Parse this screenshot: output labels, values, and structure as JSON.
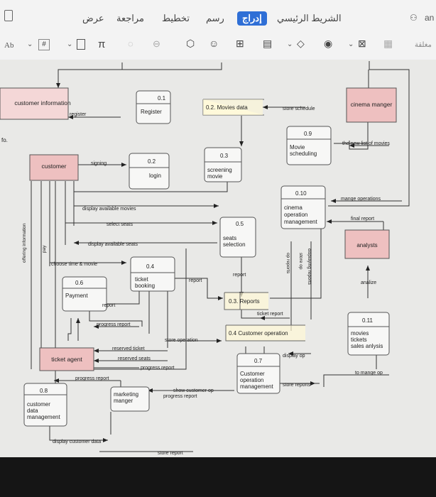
{
  "header": {
    "tabs": [
      {
        "label": "الشريط الرئيسي"
      },
      {
        "label": "إدراج"
      },
      {
        "label": "رسم"
      },
      {
        "label": "تخطيط"
      },
      {
        "label": "مراجعة"
      },
      {
        "label": "عرض"
      }
    ],
    "right_label": "an"
  },
  "toolbar": {
    "left_label": "Ab",
    "right_label": "مغلقة"
  },
  "diagram": {
    "side_texts": {
      "left_fragment": "fo.",
      "vertical_offering": "offering information",
      "vertical_pay": "pay",
      "vertical_displaying_reports": "displaying reports",
      "vertical_store_op": "store op",
      "vertical_op_reports": "op reports"
    },
    "entities": {
      "customer_information": "customer information",
      "cinema_manger": "cinema manger",
      "customer": "customer",
      "ticket_agent": "ticket agent",
      "analysts": "analysts"
    },
    "processes": {
      "p01": {
        "num": "0.1",
        "name": "Register"
      },
      "p02": {
        "num": "0.2",
        "name": "login"
      },
      "p03": {
        "num": "0.3",
        "name1": "screening",
        "name2": "movie"
      },
      "p04": {
        "num": "0.4",
        "name1": "ticket",
        "name2": "booking"
      },
      "p05": {
        "num": "0.5",
        "name1": "seats",
        "name2": "selection"
      },
      "p06": {
        "num": "0.6",
        "name": "Payment"
      },
      "p07": {
        "num": "0.7",
        "name1": "Customer",
        "name2": "operation",
        "name3": "management"
      },
      "p08": {
        "num": "0.8",
        "name1": "customer",
        "name2": "data",
        "name3": "management"
      },
      "p09": {
        "num": "0.9",
        "name1": "Movie",
        "name2": "scheduling"
      },
      "p10": {
        "num": "0.10",
        "name1": "cinema",
        "name2": "operation",
        "name3": "management"
      },
      "p11": {
        "num": "0.11",
        "name1": "movies",
        "name2": "tickets",
        "name3": "sales anlysis"
      },
      "marketing": {
        "name1": "marketing",
        "name2": "manger"
      }
    },
    "stores": {
      "movies_data": "0.2. Movies data",
      "reports": "0.3. Reports",
      "customer_operation": "0.4 Customer operation"
    },
    "flows": {
      "register": "register",
      "store_schedule": "store schedule",
      "new_list": "the new list of movies",
      "signing": "signing",
      "display_available_movies": "display available movies",
      "select_seats": "select seats",
      "display_available_seats": "display available seats",
      "choose_time": "choose time & movie",
      "manage_operations": "mange operations",
      "final_report": "final report",
      "analize": "analize",
      "report": "report",
      "report2": "report",
      "ticket_report": "ticket report",
      "progress_report": "progress report",
      "store_operation": "store operation",
      "reserved_ticket": "reserved ticket",
      "reserved_seats": "reserved seats",
      "progress_report2": "progress report",
      "progress_report3": "progress report",
      "display_op": "display op",
      "store_reports": "store reports",
      "to_mange_op": "to mange op",
      "show_customer_op": "show customer op",
      "progress_report4": "progress report",
      "display_customer_data": "display customer data",
      "store_report": "store report"
    }
  }
}
